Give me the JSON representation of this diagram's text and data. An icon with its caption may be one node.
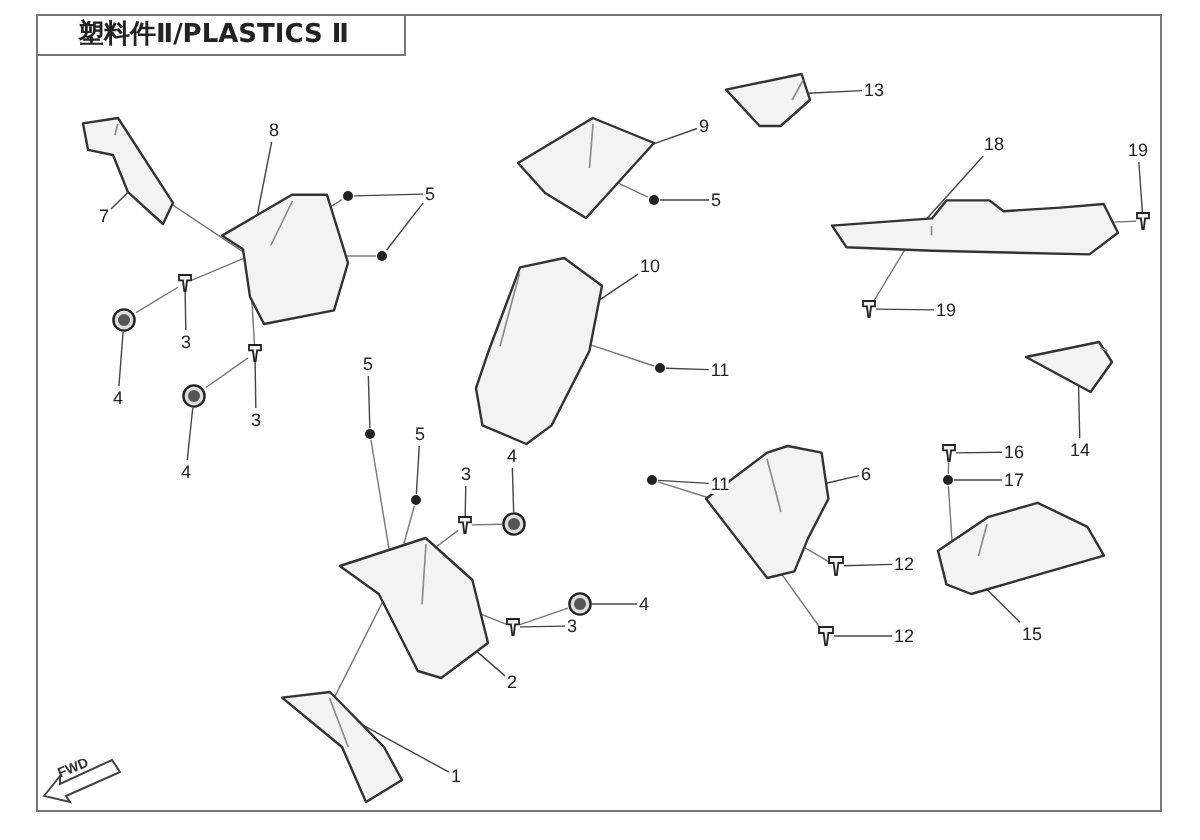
{
  "diagram": {
    "title": "塑料件Ⅱ/PLASTICS Ⅱ",
    "nodes": [
      {
        "text": [
          "7"
        ]
      },
      {
        "text": [],
        "shape": "picture"
      },
      {
        "text": [
          "8"
        ]
      },
      {
        "text": [],
        "shape": "picture"
      },
      {
        "text": [
          "5"
        ]
      },
      {
        "text": [],
        "shape": "circle"
      },
      {
        "text": [],
        "shape": "circle"
      },
      {
        "text": [
          "3"
        ]
      },
      {
        "text": [],
        "shape": "picture"
      },
      {
        "text": [
          "4"
        ]
      },
      {
        "text": [],
        "shape": "picture"
      },
      {
        "text": [
          "3"
        ]
      },
      {
        "text": [],
        "shape": "picture"
      },
      {
        "text": [
          "4"
        ]
      },
      {
        "text": [],
        "shape": "picture"
      },
      {
        "text": [
          "9"
        ]
      },
      {
        "text": [],
        "shape": "picture"
      },
      {
        "text": [
          "5"
        ]
      },
      {
        "text": [],
        "shape": "circle"
      },
      {
        "text": [
          "13"
        ]
      },
      {
        "text": [],
        "shape": "picture"
      },
      {
        "text": [
          "18"
        ]
      },
      {
        "text": [],
        "shape": "picture"
      },
      {
        "text": [
          "19"
        ]
      },
      {
        "text": [],
        "shape": "picture"
      },
      {
        "text": [
          "19"
        ]
      },
      {
        "text": [],
        "shape": "picture"
      },
      {
        "text": [
          "10"
        ]
      },
      {
        "text": [],
        "shape": "picture"
      },
      {
        "text": [
          "11"
        ]
      },
      {
        "text": [],
        "shape": "circle"
      },
      {
        "text": [
          "14"
        ]
      },
      {
        "text": [],
        "shape": "picture"
      },
      {
        "text": [
          "5"
        ]
      },
      {
        "text": [],
        "shape": "circle"
      },
      {
        "text": [
          "5"
        ]
      },
      {
        "text": [],
        "shape": "circle"
      },
      {
        "text": [
          "3"
        ]
      },
      {
        "text": [],
        "shape": "picture"
      },
      {
        "text": [
          "4"
        ]
      },
      {
        "text": [],
        "shape": "picture"
      },
      {
        "text": [
          "11"
        ]
      },
      {
        "text": [],
        "shape": "circle"
      },
      {
        "text": [
          "6"
        ]
      },
      {
        "text": [],
        "shape": "picture"
      },
      {
        "text": [
          "16"
        ]
      },
      {
        "text": [],
        "shape": "picture"
      },
      {
        "text": [
          "17"
        ]
      },
      {
        "text": [],
        "shape": "circle"
      },
      {
        "text": [
          "4"
        ]
      },
      {
        "text": [],
        "shape": "picture"
      },
      {
        "text": [
          "3"
        ]
      },
      {
        "text": [],
        "shape": "picture"
      },
      {
        "text": [
          "2"
        ]
      },
      {
        "text": [],
        "shape": "picture"
      },
      {
        "text": [
          "12"
        ]
      },
      {
        "text": [],
        "shape": "picture"
      },
      {
        "text": [
          "12"
        ]
      },
      {
        "text": [],
        "shape": "picture"
      },
      {
        "text": [
          "15"
        ]
      },
      {
        "text": [],
        "shape": "picture"
      },
      {
        "text": [
          "1"
        ]
      },
      {
        "text": [],
        "shape": "picture"
      }
    ],
    "edges": [
      {
        "from": 0,
        "to": 1,
        "arrow": "none"
      },
      {
        "from": 2,
        "to": 3,
        "arrow": "none"
      },
      {
        "from": 4,
        "to": 5,
        "arrow": "none"
      },
      {
        "from": 4,
        "to": 6,
        "arrow": "none"
      },
      {
        "from": 7,
        "to": 8,
        "arrow": "none"
      },
      {
        "from": 9,
        "to": 10,
        "arrow": "none"
      },
      {
        "from": 11,
        "to": 12,
        "arrow": "none"
      },
      {
        "from": 13,
        "to": 14,
        "arrow": "none"
      },
      {
        "from": 15,
        "to": 16,
        "arrow": "none"
      },
      {
        "from": 17,
        "to": 18,
        "arrow": "none"
      },
      {
        "from": 19,
        "to": 20,
        "arrow": "none"
      },
      {
        "from": 21,
        "to": 22,
        "arrow": "none"
      },
      {
        "from": 23,
        "to": 24,
        "arrow": "none"
      },
      {
        "from": 25,
        "to": 26,
        "arrow": "none"
      },
      {
        "from": 27,
        "to": 28,
        "arrow": "none"
      },
      {
        "from": 29,
        "to": 30,
        "arrow": "none"
      },
      {
        "from": 31,
        "to": 32,
        "arrow": "none"
      },
      {
        "from": 33,
        "to": 34,
        "arrow": "none"
      },
      {
        "from": 35,
        "to": 36,
        "arrow": "none"
      },
      {
        "from": 37,
        "to": 38,
        "arrow": "none"
      },
      {
        "from": 39,
        "to": 40,
        "arrow": "none"
      },
      {
        "from": 41,
        "to": 42,
        "arrow": "none"
      },
      {
        "from": 43,
        "to": 44,
        "arrow": "none"
      },
      {
        "from": 45,
        "to": 46,
        "arrow": "none"
      },
      {
        "from": 47,
        "to": 48,
        "arrow": "none"
      },
      {
        "from": 49,
        "to": 50,
        "arrow": "none"
      },
      {
        "from": 51,
        "to": 52,
        "arrow": "none"
      },
      {
        "from": 53,
        "to": 54,
        "arrow": "none"
      },
      {
        "from": 55,
        "to": 56,
        "arrow": "none"
      },
      {
        "from": 57,
        "to": 58,
        "arrow": "none"
      },
      {
        "from": 59,
        "to": 60,
        "arrow": "none"
      },
      {
        "from": 61,
        "to": 62,
        "arrow": "none"
      },
      {
        "from": 1,
        "to": 3,
        "arrow": "none"
      },
      {
        "from": 5,
        "to": 3,
        "arrow": "none"
      },
      {
        "from": 6,
        "to": 3,
        "arrow": "none"
      },
      {
        "from": 10,
        "to": 8,
        "arrow": "none"
      },
      {
        "from": 8,
        "to": 3,
        "arrow": "none"
      },
      {
        "from": 14,
        "to": 12,
        "arrow": "none"
      },
      {
        "from": 12,
        "to": 3,
        "arrow": "none"
      },
      {
        "from": 18,
        "to": 16,
        "arrow": "none"
      },
      {
        "from": 30,
        "to": 28,
        "arrow": "none"
      },
      {
        "from": 24,
        "to": 22,
        "arrow": "none"
      },
      {
        "from": 26,
        "to": 22,
        "arrow": "none"
      },
      {
        "from": 34,
        "to": 54,
        "arrow": "none"
      },
      {
        "from": 36,
        "to": 54,
        "arrow": "none"
      },
      {
        "from": 40,
        "to": 38,
        "arrow": "none"
      },
      {
        "from": 38,
        "to": 54,
        "arrow": "none"
      },
      {
        "from": 50,
        "to": 52,
        "arrow": "none"
      },
      {
        "from": 52,
        "to": 54,
        "arrow": "none"
      },
      {
        "from": 62,
        "to": 54,
        "arrow": "none"
      },
      {
        "from": 42,
        "to": 44,
        "arrow": "none"
      },
      {
        "from": 56,
        "to": 44,
        "arrow": "none"
      },
      {
        "from": 58,
        "to": 44,
        "arrow": "none"
      },
      {
        "from": 46,
        "to": 48,
        "arrow": "none"
      },
      {
        "from": 48,
        "to": 60,
        "arrow": "none"
      }
    ],
    "labels": [
      "FWD"
    ]
  }
}
